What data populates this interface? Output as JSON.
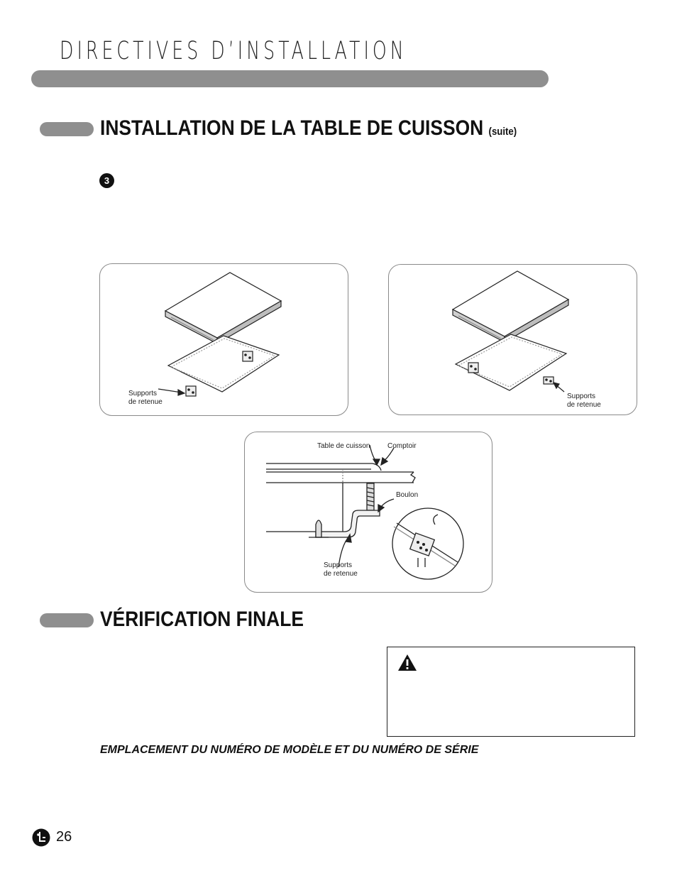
{
  "header": {
    "title": "DIRECTIVES D’INSTALLATION"
  },
  "section1": {
    "title": "INSTALLATION DE LA TABLE DE CUISSON",
    "subtitle": "(suite)",
    "step_number": "3"
  },
  "figures": {
    "left": {
      "label_line1": "Supports",
      "label_line2": "de retenue"
    },
    "right": {
      "label_line1": "Supports",
      "label_line2": "de retenue"
    },
    "detail": {
      "cooktop_label": "Table de cuisson",
      "counter_label": "Comptoir",
      "bolt_label": "Boulon",
      "bracket_label_line1": "Supports",
      "bracket_label_line2": "de retenue"
    }
  },
  "section2": {
    "title": "VÉRIFICATION FINALE"
  },
  "warning": {
    "icon": "warning-triangle-icon"
  },
  "model_location": {
    "heading": "EMPLACEMENT DU NUMÉRO DE MODÈLE ET DU NUMÉRO DE SÉRIE"
  },
  "footer": {
    "logo": "lg-logo-icon",
    "page_number": "26"
  }
}
